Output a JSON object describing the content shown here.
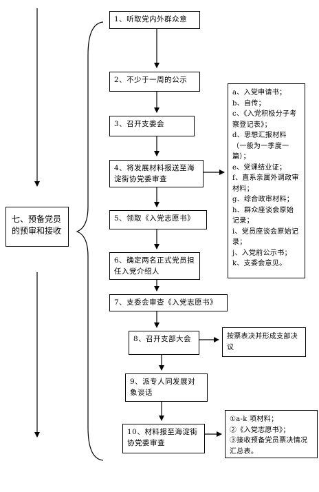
{
  "main_label": "七、预备党员的预审和接收",
  "steps": [
    "1、听取党内外群众意",
    "2、不少于一周的公示",
    "3、召开支委会",
    "4、将发展材料报送至海淀街协党委审查",
    "5、领取《入党志愿书》",
    "6、确定两名正式党员担任入党介绍人",
    "7、支委会审查《入党志愿书》",
    "8、召开支部大会",
    "9、派专人同发展对象谈话",
    "10、材料报至海淀街协党委审查"
  ],
  "materials_list": [
    "a、入党申请书；",
    "b、自传；",
    "c、《入党积极分子考察登记表》；",
    "d、思想汇报材料（一般为一季度一篇）；",
    "e、党课结业证；",
    "f、直系亲属外调政审材料；",
    "g、综合政审材料；",
    "h、群众座谈会原始记录；",
    "i、党员座谈会原始记录；",
    "j、入党前公示书；",
    "k、支委会意见。"
  ],
  "vote_note": "按票表决并形成支部决议",
  "final_materials": [
    "①a-k 项材料；",
    "②《入党志愿书》；",
    "③接收预备党员票决情况汇总表。"
  ]
}
